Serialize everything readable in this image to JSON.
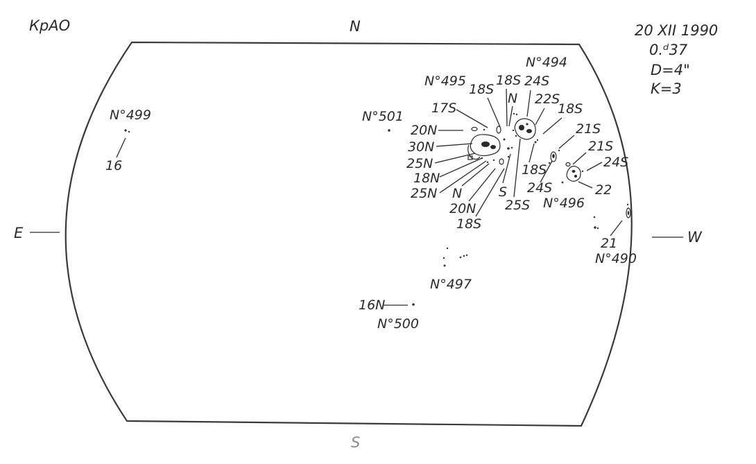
{
  "header": {
    "observatory": "КрАО",
    "date": "20 XII 1990",
    "time": "0.ᵈ37",
    "diameter": "D=4\"",
    "k_index": "K=3"
  },
  "compass": {
    "north": "N",
    "south": "S",
    "east": "E",
    "west": "W"
  },
  "groups": {
    "g499": {
      "number": "N°499",
      "labels": [
        "16"
      ]
    },
    "g501": {
      "number": "N°501"
    },
    "g495": {
      "number": "N°495",
      "labels": [
        "18S",
        "17S",
        "20N",
        "30N",
        "25N",
        "18N",
        "25N",
        "N",
        "20N",
        "18S"
      ]
    },
    "g494": {
      "number": "N°494",
      "labels": [
        "18S",
        "N",
        "24S",
        "22S",
        "18S",
        "S",
        "25S",
        "18S",
        "24S"
      ]
    },
    "g496": {
      "number": "N°496",
      "labels": [
        "21S",
        "21S",
        "24S",
        "22"
      ]
    },
    "g490": {
      "number": "N°490",
      "labels": [
        "21"
      ]
    },
    "g497": {
      "number": "N°497"
    },
    "g500": {
      "number": "N°500",
      "labels": [
        "16N"
      ]
    }
  }
}
